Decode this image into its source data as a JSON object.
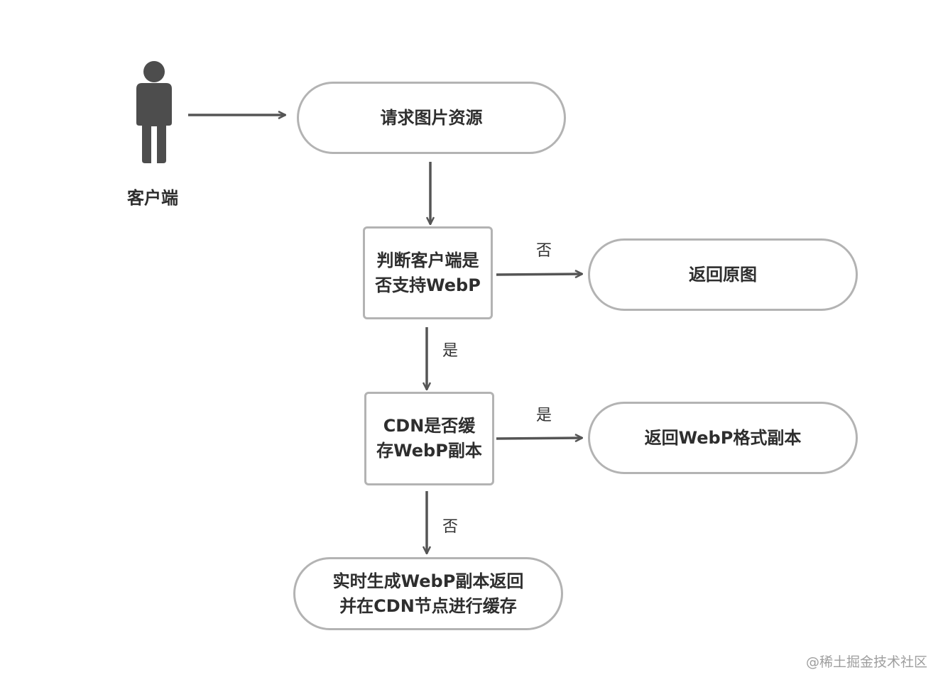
{
  "actor": {
    "label": "客户端"
  },
  "nodes": {
    "request": "请求图片资源",
    "check_webp": "判断客户端是否支持WebP",
    "return_original": "返回原图",
    "check_cache": "CDN是否缓存WebP副本",
    "return_webp": "返回WebP格式副本",
    "generate": "实时生成WebP副本返回并在CDN节点进行缓存"
  },
  "edge_labels": {
    "webp_no": "否",
    "webp_yes": "是",
    "cache_yes": "是",
    "cache_no": "否"
  },
  "colors": {
    "arrow": "#555555",
    "border": "#b3b3b3",
    "actor": "#4d4d4d"
  },
  "watermark": "@稀土掘金技术社区"
}
